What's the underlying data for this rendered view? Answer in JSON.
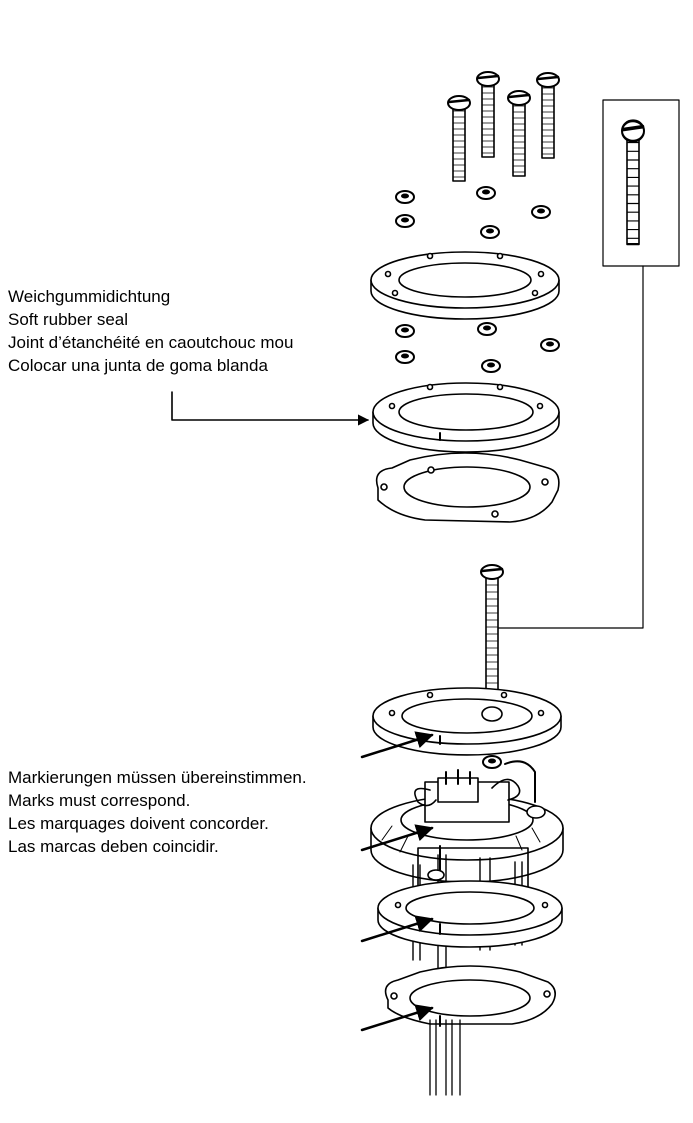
{
  "labels": {
    "seal": [
      "Weichgummidichtung",
      "Soft rubber seal",
      "Joint d’étanchéité en caoutchouc mou",
      "Colocar una junta de goma blanda"
    ],
    "marks": [
      "Markierungen müssen übereinstimmen.",
      "Marks must correspond.",
      "Les marquages doivent concorder.",
      "Las marcas deben coincidir."
    ]
  },
  "colors": {
    "ink": "#000000",
    "paper": "#ffffff"
  },
  "icons": {
    "screw": "slotted-screw-icon",
    "washer": "rubber-washer-icon",
    "arrow": "pointer-arrow-icon"
  }
}
